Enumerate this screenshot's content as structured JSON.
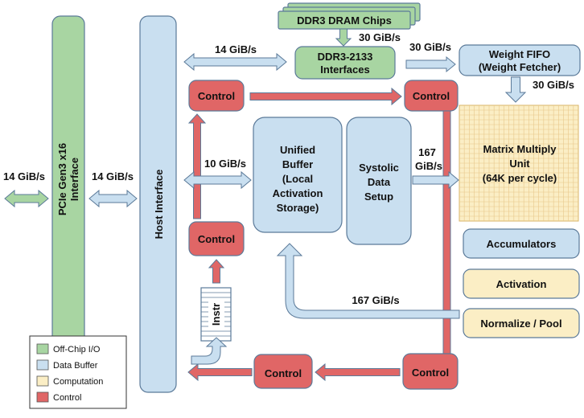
{
  "colors": {
    "offchip": "#a8d5a2",
    "buffer": "#c9dff0",
    "computation": "#fbeec5",
    "control": "#e06666",
    "arrow_blue": "#c9dff0",
    "arrow_green": "#a8d5a2",
    "arrow_red": "#e06666",
    "grid": "#e8c88a"
  },
  "blocks": {
    "ddr3_chips": "DDR3 DRAM Chips",
    "ddr3_if": [
      "DDR3-2133",
      "Interfaces"
    ],
    "weight_fifo": [
      "Weight FIFO",
      "(Weight Fetcher)"
    ],
    "pcie": [
      "PCIe Gen3 x16",
      "Interface"
    ],
    "host": "Host Interface",
    "control_top_left": "Control",
    "control_top_right": "Control",
    "control_mid_left": "Control",
    "control_bottom_mid": "Control",
    "control_bottom_right": "Control",
    "unified_buffer": [
      "Unified",
      "Buffer",
      "(Local",
      "Activation",
      "Storage)"
    ],
    "systolic": [
      "Systolic",
      "Data",
      "Setup"
    ],
    "mmu": [
      "Matrix Multiply",
      "Unit",
      "(64K per cycle)"
    ],
    "accumulators": "Accumulators",
    "activation": "Activation",
    "normalize": "Normalize / Pool",
    "instr": "Instr"
  },
  "bandwidth": {
    "pcie_ext": "14 GiB/s",
    "pcie_host": "14 GiB/s",
    "host_ddr": "14 GiB/s",
    "chips_ddr": "30 GiB/s",
    "ddr_fifo": "30 GiB/s",
    "fifo_mmu": "30 GiB/s",
    "host_ub": "10 GiB/s",
    "systolic_mmu": [
      "167",
      "GiB/s"
    ],
    "return_ub": "167 GiB/s"
  },
  "legend": [
    {
      "label": "Off-Chip I/O",
      "color": "#a8d5a2"
    },
    {
      "label": "Data Buffer",
      "color": "#c9dff0"
    },
    {
      "label": "Computation",
      "color": "#fbeec5"
    },
    {
      "label": "Control",
      "color": "#e06666"
    }
  ]
}
